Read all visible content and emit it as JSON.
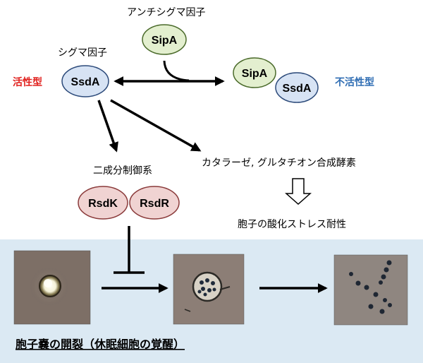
{
  "labels": {
    "antisigma": "アンチシグマ因子",
    "sigma": "シグマ因子",
    "active": "活性型",
    "inactive": "不活性型",
    "two_component": "二成分制御系",
    "enzymes": "カタラーゼ, グルタチオン合成酵素",
    "resistance": "胞子の酸化ストレス耐性",
    "germination": "胞子嚢の開裂（休眠細胞の覚醒）"
  },
  "nodes": {
    "sipa_top": "SipA",
    "ssda": "SsdA",
    "sipa_complex": "SipA",
    "ssda_complex": "SsdA",
    "rsdk": "RsdK",
    "rsdr": "RsdR"
  },
  "colors": {
    "sigma_fill": "#d7e3f4",
    "sigma_stroke": "#2c4a7a",
    "sipa_fill": "#e3efcf",
    "sipa_stroke": "#4a6a2a",
    "rsd_fill": "#f0d3d2",
    "rsd_stroke": "#8a3a3a",
    "active_text": "#e0211e",
    "inactive_text": "#2f6db3",
    "panel_bg": "#dbe9f3"
  }
}
